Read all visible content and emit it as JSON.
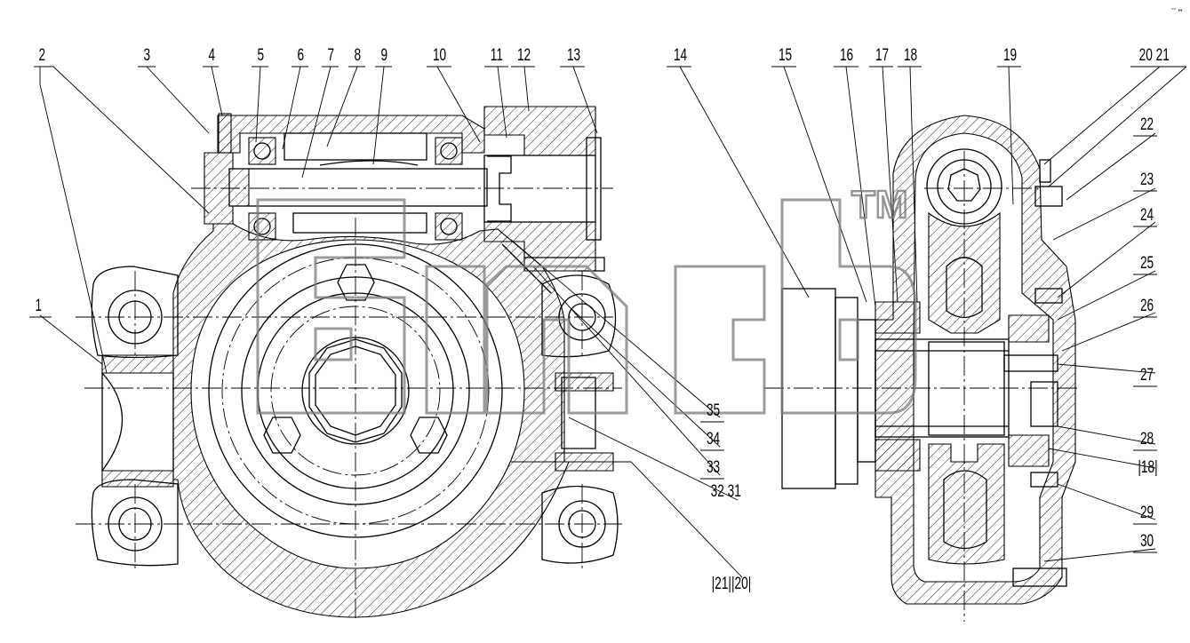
{
  "drawing": {
    "callouts": [
      {
        "id": "c1",
        "text": "1"
      },
      {
        "id": "c2",
        "text": "2"
      },
      {
        "id": "c3",
        "text": "3"
      },
      {
        "id": "c4",
        "text": "4"
      },
      {
        "id": "c5",
        "text": "5"
      },
      {
        "id": "c6",
        "text": "6"
      },
      {
        "id": "c7",
        "text": "7"
      },
      {
        "id": "c8",
        "text": "8"
      },
      {
        "id": "c9",
        "text": "9"
      },
      {
        "id": "c10",
        "text": "10"
      },
      {
        "id": "c11",
        "text": "11"
      },
      {
        "id": "c12",
        "text": "12"
      },
      {
        "id": "c13",
        "text": "13"
      },
      {
        "id": "c14",
        "text": "14"
      },
      {
        "id": "c15",
        "text": "15"
      },
      {
        "id": "c16",
        "text": "16"
      },
      {
        "id": "c17",
        "text": "17"
      },
      {
        "id": "c18",
        "text": "18"
      },
      {
        "id": "c19",
        "text": "19"
      },
      {
        "id": "c20_21",
        "text": "20 21"
      },
      {
        "id": "c22",
        "text": "22"
      },
      {
        "id": "c23",
        "text": "23"
      },
      {
        "id": "c24",
        "text": "24"
      },
      {
        "id": "c25",
        "text": "25"
      },
      {
        "id": "c26",
        "text": "26"
      },
      {
        "id": "c27",
        "text": "27"
      },
      {
        "id": "c28",
        "text": "28"
      },
      {
        "id": "c18b",
        "text": "|18|"
      },
      {
        "id": "c29",
        "text": "29"
      },
      {
        "id": "c30",
        "text": "30"
      },
      {
        "id": "c35",
        "text": "35"
      },
      {
        "id": "c34",
        "text": "34"
      },
      {
        "id": "c33",
        "text": "33"
      },
      {
        "id": "c32_31",
        "text": "32 31"
      },
      {
        "id": "c21_20",
        "text": "|21||20|"
      }
    ],
    "watermark": {
      "trademark": "TM"
    },
    "corner_mark": "°° ••"
  }
}
